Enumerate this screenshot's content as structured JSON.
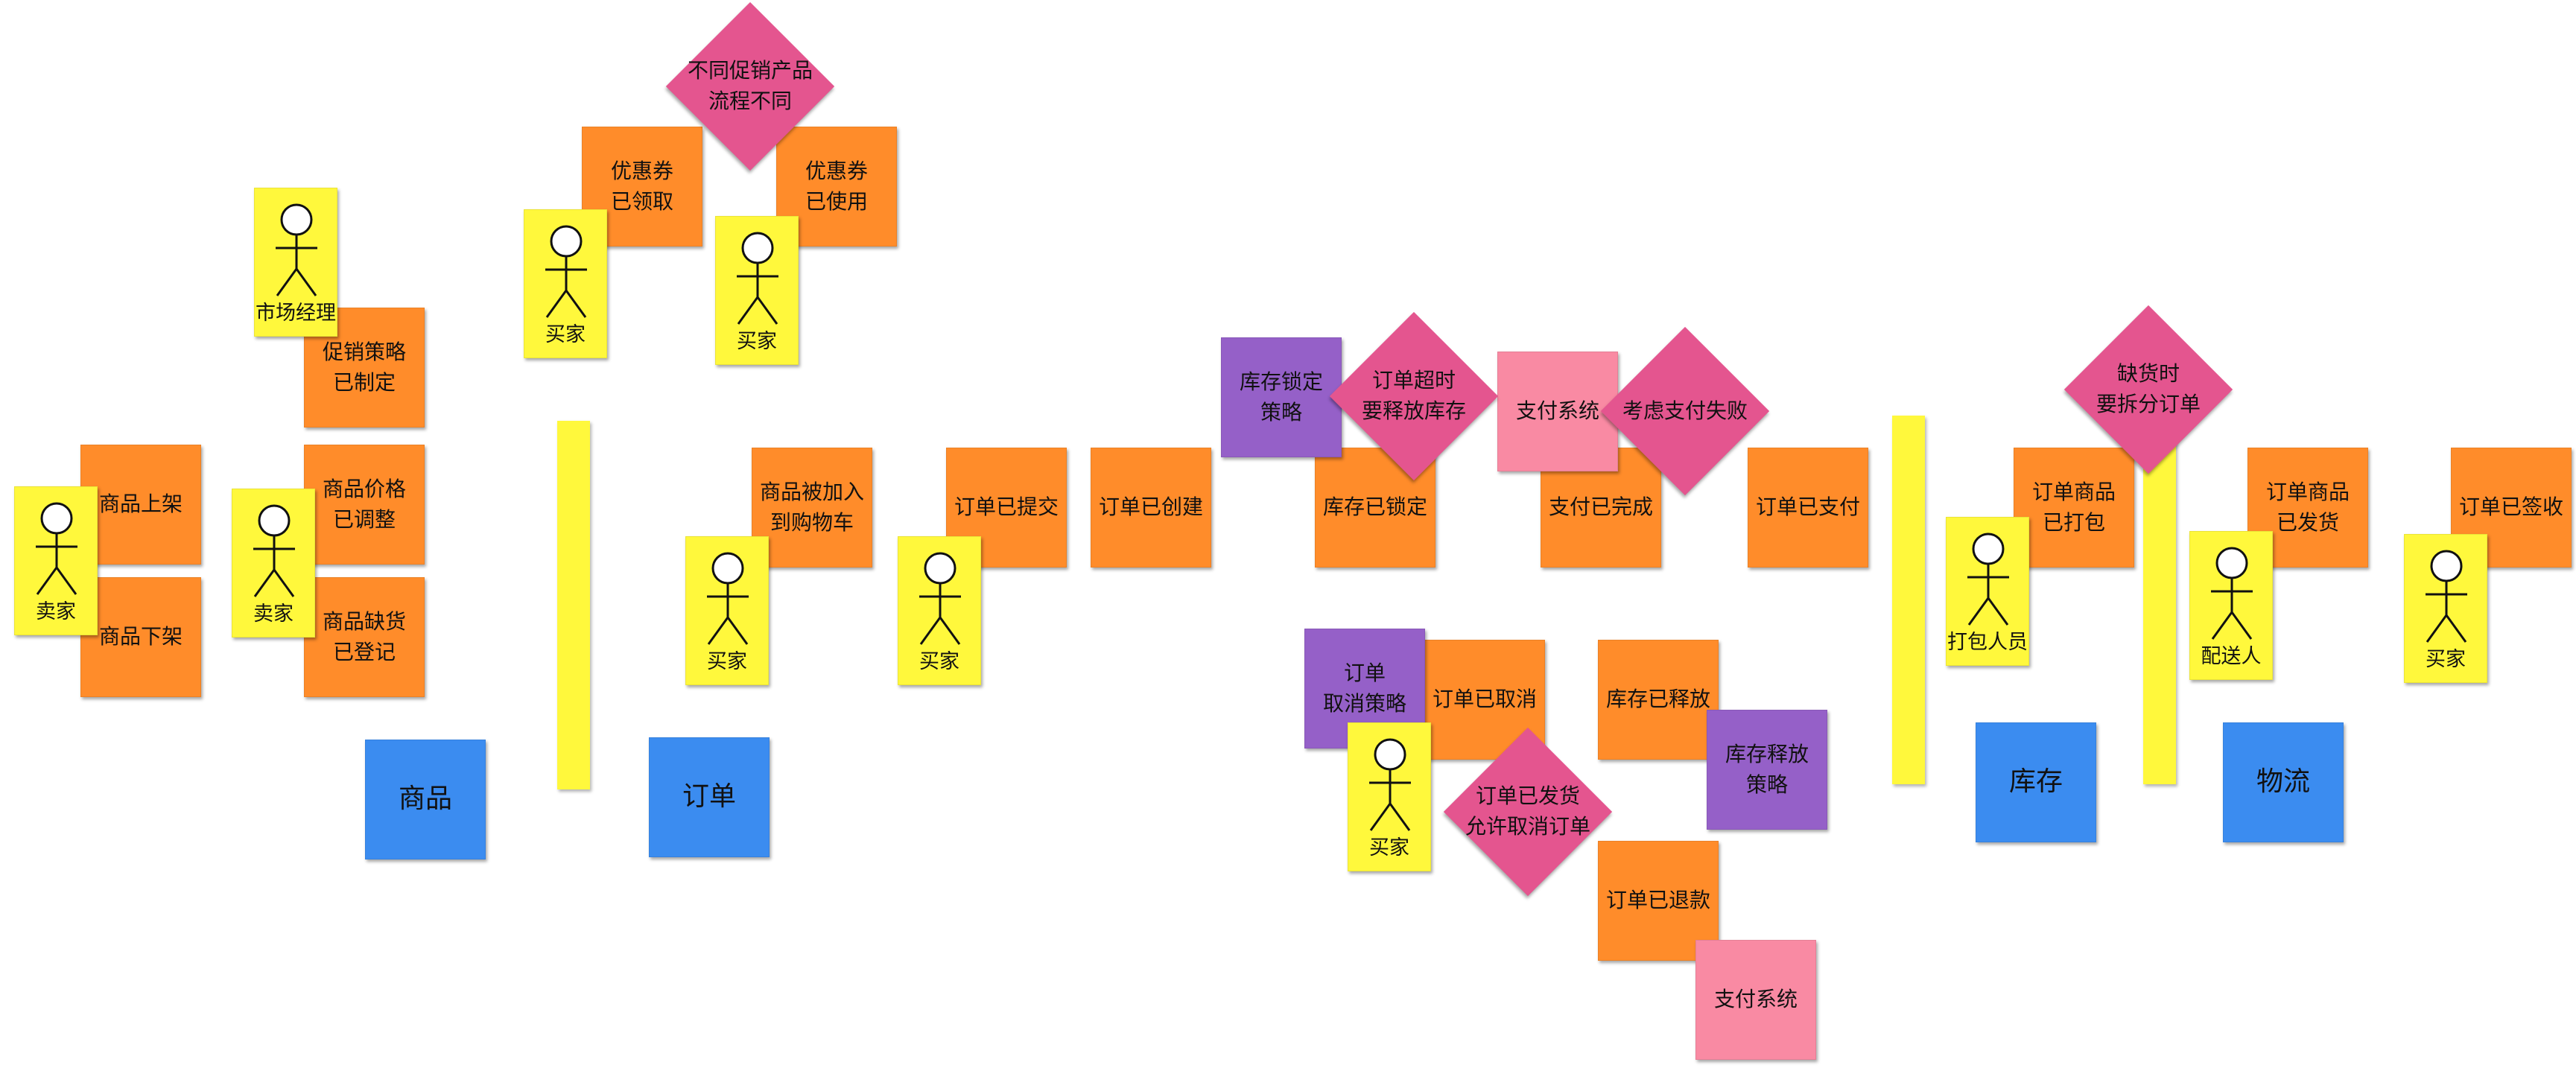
{
  "colors": {
    "domain_event": "#ff8c2a",
    "policy": "#9560c8",
    "external_system": "#f98aa3",
    "hotspot": "#e4558f",
    "actor": "#fff83c",
    "aggregate": "#3b8cf0"
  },
  "icons": {
    "actor": "stick-figure-icon"
  },
  "stickies": [
    {
      "id": "shelf-on",
      "kind": "orange",
      "text": "商品上架"
    },
    {
      "id": "shelf-off",
      "kind": "orange",
      "text": "商品下架"
    },
    {
      "id": "promo-made",
      "kind": "orange",
      "text": "促销策略\n已制定"
    },
    {
      "id": "price-adjusted",
      "kind": "orange",
      "text": "商品价格\n已调整"
    },
    {
      "id": "stockout-logged",
      "kind": "orange",
      "text": "商品缺货\n已登记"
    },
    {
      "id": "coupon-claimed",
      "kind": "orange",
      "text": "优惠券\n已领取"
    },
    {
      "id": "coupon-used",
      "kind": "orange",
      "text": "优惠券\n已使用"
    },
    {
      "id": "added-to-cart",
      "kind": "orange",
      "text": "商品被加入\n到购物车"
    },
    {
      "id": "order-submitted",
      "kind": "orange",
      "text": "订单已提交"
    },
    {
      "id": "order-created",
      "kind": "orange",
      "text": "订单已创建"
    },
    {
      "id": "stock-locked",
      "kind": "orange",
      "text": "库存已锁定"
    },
    {
      "id": "payment-done",
      "kind": "orange",
      "text": "支付已完成"
    },
    {
      "id": "order-paid",
      "kind": "orange",
      "text": "订单已支付"
    },
    {
      "id": "order-cancelled",
      "kind": "orange",
      "text": "订单已取消"
    },
    {
      "id": "stock-released",
      "kind": "orange",
      "text": "库存已释放"
    },
    {
      "id": "order-refunded",
      "kind": "orange",
      "text": "订单已退款"
    },
    {
      "id": "items-packed",
      "kind": "orange",
      "text": "订单商品\n已打包"
    },
    {
      "id": "items-shipped",
      "kind": "orange",
      "text": "订单商品\n已发货"
    },
    {
      "id": "order-signed",
      "kind": "orange",
      "text": "订单已签收"
    },
    {
      "id": "stock-lock-policy",
      "kind": "purple",
      "text": "库存锁定\n策略"
    },
    {
      "id": "cancel-policy",
      "kind": "purple",
      "text": "订单\n取消策略"
    },
    {
      "id": "release-policy",
      "kind": "purple",
      "text": "库存释放\n策略"
    },
    {
      "id": "payment-system-1",
      "kind": "pink",
      "text": "支付系统"
    },
    {
      "id": "payment-system-2",
      "kind": "pink",
      "text": "支付系统"
    },
    {
      "id": "aggregate-product",
      "kind": "blue",
      "text": "商品"
    },
    {
      "id": "aggregate-order",
      "kind": "blue",
      "text": "订单"
    },
    {
      "id": "aggregate-inventory",
      "kind": "blue",
      "text": "库存"
    },
    {
      "id": "aggregate-logistics",
      "kind": "blue",
      "text": "物流"
    }
  ],
  "hotspots": [
    {
      "id": "promo-flow",
      "text": "不同促销产品\n流程不同"
    },
    {
      "id": "timeout-release",
      "text": "订单超时\n要释放库存"
    },
    {
      "id": "payment-failure",
      "text": "考虑支付失败"
    },
    {
      "id": "shipped-cancel",
      "text": "订单已发货\n允许取消订单"
    },
    {
      "id": "split-order",
      "text": "缺货时\n要拆分订单"
    }
  ],
  "actors": [
    {
      "id": "seller-1",
      "label": "卖家"
    },
    {
      "id": "marketing-manager",
      "label": "市场经理"
    },
    {
      "id": "seller-2",
      "label": "卖家"
    },
    {
      "id": "buyer-1",
      "label": "买家"
    },
    {
      "id": "buyer-2",
      "label": "买家"
    },
    {
      "id": "buyer-3",
      "label": "买家"
    },
    {
      "id": "buyer-4",
      "label": "买家"
    },
    {
      "id": "buyer-5",
      "label": "买家"
    },
    {
      "id": "packer",
      "label": "打包人员"
    },
    {
      "id": "courier",
      "label": "配送人"
    },
    {
      "id": "buyer-6",
      "label": "买家"
    }
  ]
}
